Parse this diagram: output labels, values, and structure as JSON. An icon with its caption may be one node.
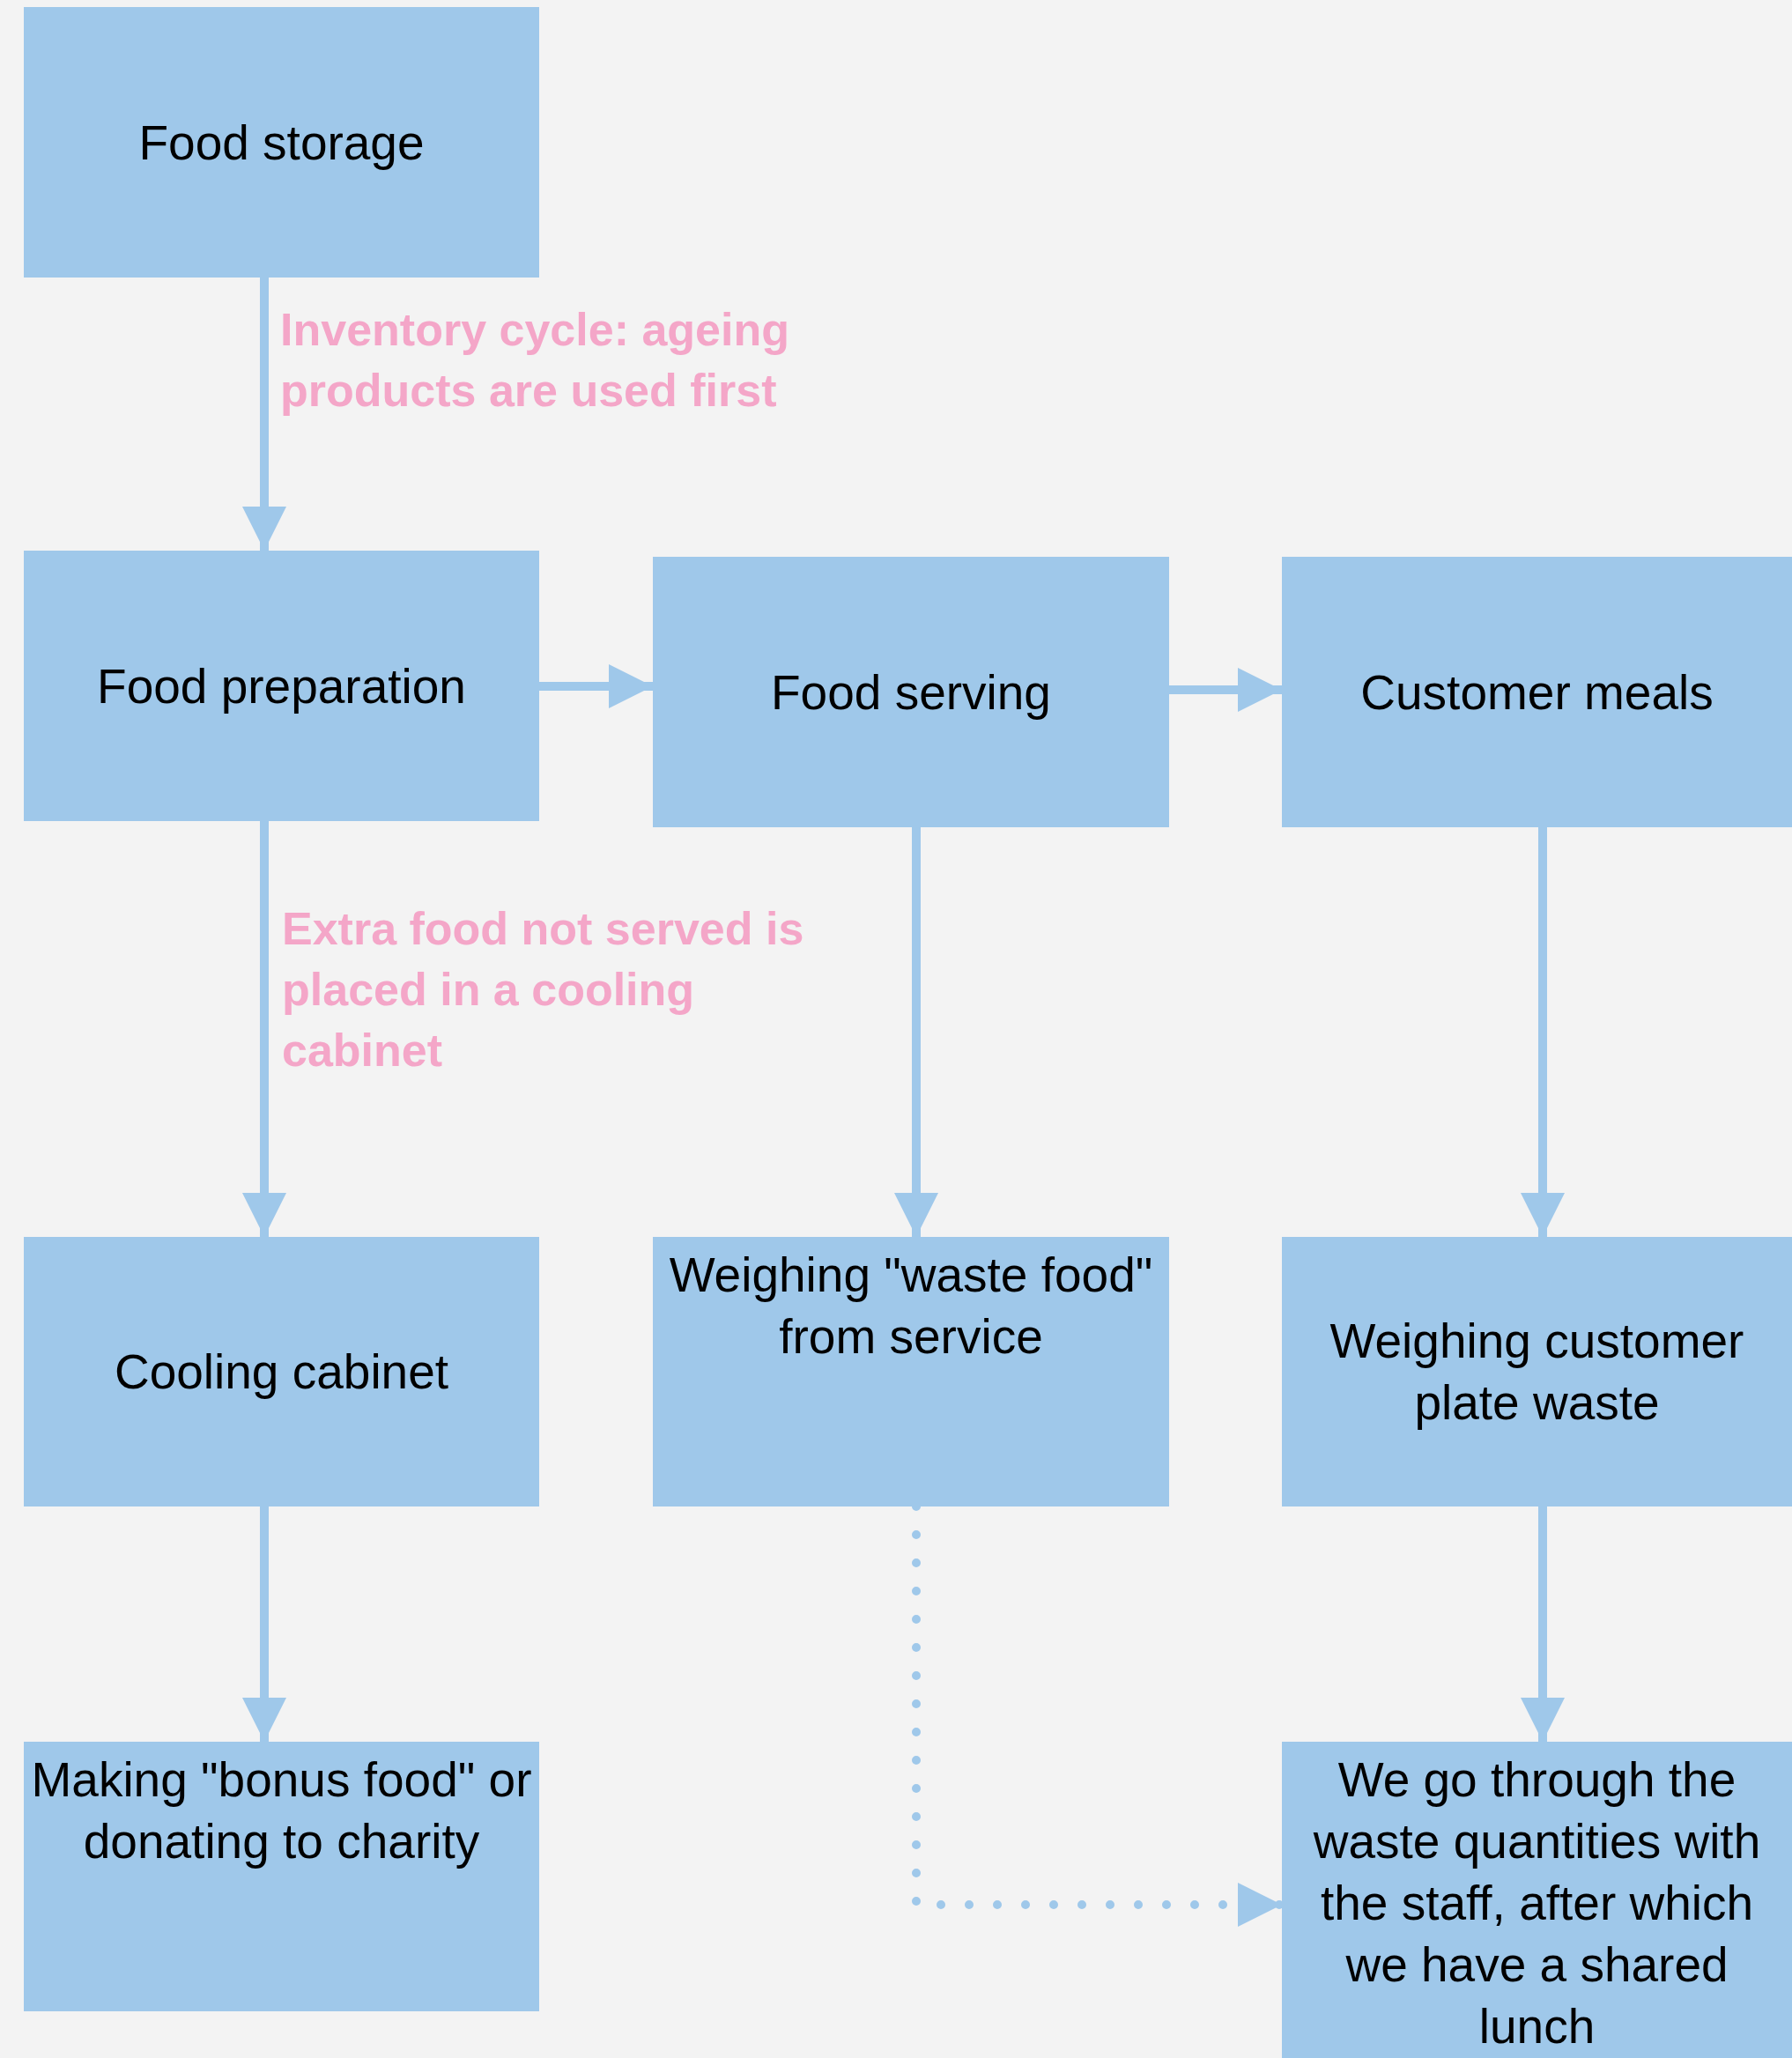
{
  "diagram": {
    "nodes": [
      {
        "text": [
          "Food storage"
        ]
      },
      {
        "text": [
          "Food preparation"
        ]
      },
      {
        "text": [
          "Food serving"
        ]
      },
      {
        "text": [
          "Customer meals"
        ]
      },
      {
        "text": [
          "Cooling cabinet"
        ]
      },
      {
        "text": [
          "Weighing \"waste food\" from service"
        ]
      },
      {
        "text": [
          "Weighing customer plate waste"
        ]
      },
      {
        "text": [
          "Making \"bonus food\" or donating to charity"
        ]
      },
      {
        "text": [
          "We go through the waste quantities with the staff, after which we have a shared lunch"
        ]
      }
    ],
    "edges": [
      {
        "from": 0,
        "to": 1,
        "arrow": "to",
        "label": "Inventory cycle: ageing products are used first"
      },
      {
        "from": 1,
        "to": 2,
        "arrow": "to"
      },
      {
        "from": 2,
        "to": 3,
        "arrow": "to"
      },
      {
        "from": 1,
        "to": 4,
        "arrow": "to",
        "label": "Extra food not served is placed in a cooling cabinet"
      },
      {
        "from": 2,
        "to": 5,
        "arrow": "to"
      },
      {
        "from": 3,
        "to": 6,
        "arrow": "to"
      },
      {
        "from": 4,
        "to": 7,
        "arrow": "to"
      },
      {
        "from": 6,
        "to": 8,
        "arrow": "to"
      },
      {
        "from": 5,
        "to": 8,
        "arrow": "to",
        "style": "dashed"
      }
    ]
  }
}
